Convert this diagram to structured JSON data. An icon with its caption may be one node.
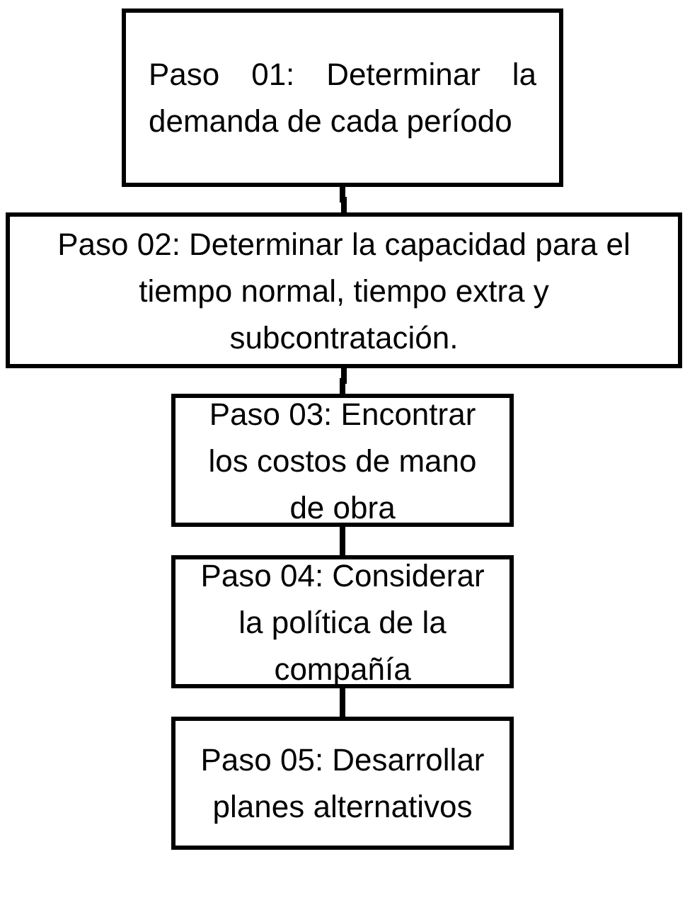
{
  "diagram": {
    "nodes": [
      {
        "text": [
          "Paso 01: Determinar la demanda de cada período"
        ]
      },
      {
        "text": [
          "Paso 02: Determinar la capacidad para el tiempo normal, tiempo extra y subcontratación."
        ]
      },
      {
        "text": [
          "Paso 03: Encontrar los costos de mano de obra"
        ]
      },
      {
        "text": [
          "Paso 04: Considerar la política de la compañía"
        ]
      },
      {
        "text": [
          "Paso 05: Desarrollar planes alternativos"
        ]
      }
    ],
    "edges": [
      {
        "from": 0,
        "to": 1,
        "arrow": "none"
      },
      {
        "from": 1,
        "to": 2,
        "arrow": "none"
      },
      {
        "from": 2,
        "to": 3,
        "arrow": "none"
      },
      {
        "from": 3,
        "to": 4,
        "arrow": "none"
      }
    ]
  }
}
